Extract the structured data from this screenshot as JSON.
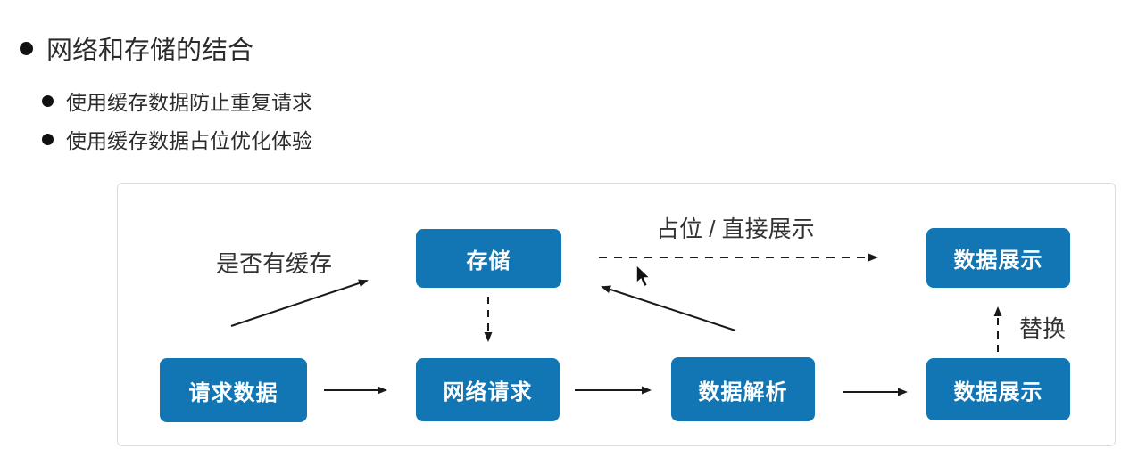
{
  "slide": {
    "title": "网络和存储的结合",
    "bullets": [
      "使用缓存数据防止重复请求",
      "使用缓存数据占位优化体验"
    ]
  },
  "diagram": {
    "nodes": {
      "storage": "存储",
      "request_data": "请求数据",
      "network_request": "网络请求",
      "data_parse": "数据解析",
      "data_display_top": "数据展示",
      "data_display_bottom": "数据展示"
    },
    "edge_labels": {
      "has_cache": "是否有缓存",
      "placeholder_direct": "占位 / 直接展示",
      "replace": "替换"
    },
    "edges": [
      {
        "from": "request_data",
        "to": "storage",
        "style": "solid",
        "label": "是否有缓存"
      },
      {
        "from": "request_data",
        "to": "network_request",
        "style": "solid"
      },
      {
        "from": "storage",
        "to": "network_request",
        "style": "dashed"
      },
      {
        "from": "network_request",
        "to": "data_parse",
        "style": "solid"
      },
      {
        "from": "data_parse",
        "to": "storage",
        "style": "solid"
      },
      {
        "from": "data_parse",
        "to": "data_display_bottom",
        "style": "solid"
      },
      {
        "from": "storage",
        "to": "data_display_top",
        "style": "dashed",
        "label": "占位 / 直接展示"
      },
      {
        "from": "data_display_bottom",
        "to": "data_display_top",
        "style": "dashed",
        "label": "替换"
      }
    ],
    "colors": {
      "node_bg": "#1276b4",
      "node_text": "#ffffff",
      "arrow": "#1a1a1a",
      "container_border": "#dcdcdc",
      "text": "#2b2b2b"
    }
  }
}
